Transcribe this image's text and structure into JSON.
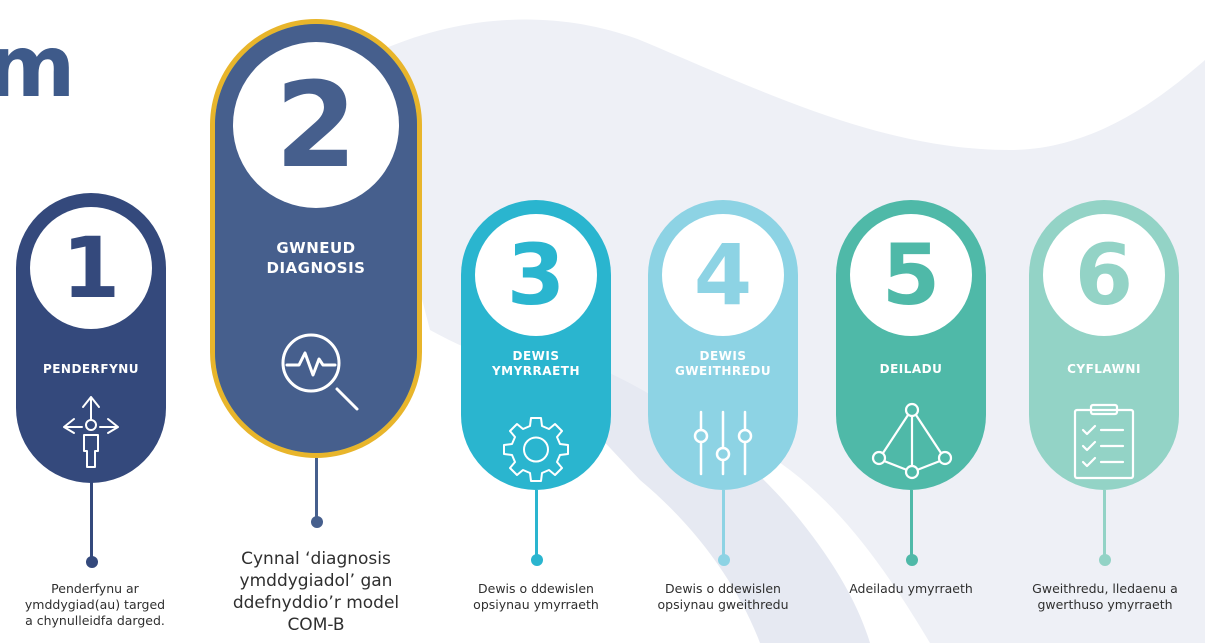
{
  "header": {
    "title_fragment": "m"
  },
  "colors": {
    "navy": "#34497c",
    "slate": "#465f8d",
    "gold": "#e8b52b",
    "cyan": "#2ab5cf",
    "light_cyan": "#8dd3e4",
    "green": "#4fb9a8",
    "mint": "#93d3c6",
    "background_shape": "#eef0f6"
  },
  "steps": [
    {
      "number": "1",
      "title": "PENDERFYNU",
      "icon": "person-directions-icon",
      "description": "Penderfynu ar ymddygiad(au) targed a chynulleidfa darged."
    },
    {
      "number": "2",
      "title": "GWNEUD DIAGNOSIS",
      "icon": "magnifier-pulse-icon",
      "description": "Cynnal ‘diagnosis ymddygiadol’ gan ddefnyddio’r model COM-B"
    },
    {
      "number": "3",
      "title": "DEWIS YMYRRAETH",
      "icon": "gear-icon",
      "description": "Dewis o ddewislen opsiynau ymyrraeth"
    },
    {
      "number": "4",
      "title": "DEWIS GWEITHREDU",
      "icon": "sliders-icon",
      "description": "Dewis o ddewislen opsiynau gweithredu"
    },
    {
      "number": "5",
      "title": "DEILADU",
      "icon": "network-pyramid-icon",
      "description": "Adeiladu ymyrraeth"
    },
    {
      "number": "6",
      "title": "CYFLAWNI",
      "icon": "clipboard-checklist-icon",
      "description": "Gweithredu, lledaenu a gwerthuso ymyrraeth"
    }
  ]
}
